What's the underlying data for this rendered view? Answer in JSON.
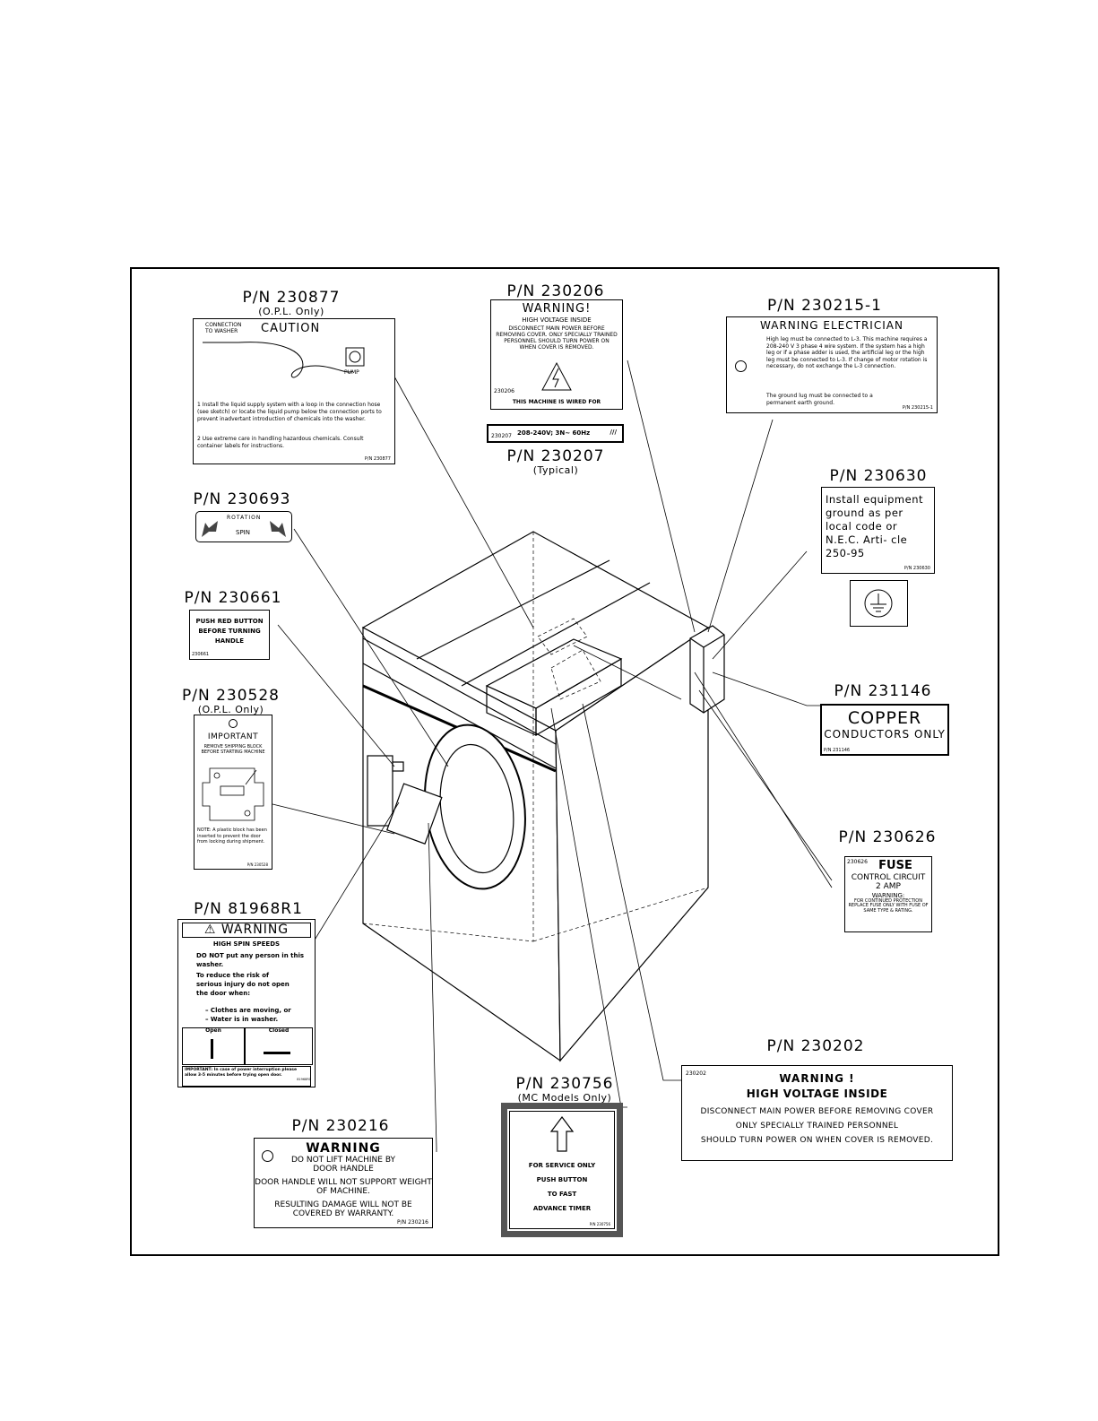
{
  "labels": {
    "p230877": {
      "pn": "P/N 230877",
      "sub": "(O.P.L. Only)",
      "tag": "CONNECTION TO WASHER",
      "title": "CAUTION",
      "pump": "PUMP",
      "item1": "1  Install the liquid supply system with a loop in the connection hose (see sketch) or locate the liquid pump below the connection ports to prevent inadvertant introduction of chemicals into the washer.",
      "item2": "2  Use extreme care in handling hazardous chemicals. Consult container labels for instructions.",
      "code": "P/N 230877"
    },
    "p230206": {
      "pn": "P/N 230206",
      "title": "WARNING!",
      "subtitle": "HIGH VOLTAGE INSIDE",
      "body": "DISCONNECT MAIN POWER BEFORE REMOVING COVER. ONLY SPECIALLY TRAINED PERSONNEL SHOULD TURN POWER ON WHEN COVER IS REMOVED.",
      "code": "230206",
      "footer": "THIS MACHINE IS WIRED FOR"
    },
    "p230207": {
      "pn": "P/N 230207",
      "sub": "(Typical)",
      "code": "230207",
      "text": "208-240V; 3N~ 60Hz"
    },
    "p230215": {
      "pn": "P/N 230215-1",
      "title": "WARNING ELECTRICIAN",
      "body": "High leg must be connected to L-3. This machine requires a 208-240 V 3 phase 4 wire system. If the system has a high leg or if a phase adder is used, the artificial leg or the high leg must be connected to L-3. If change of motor rotation is necessary, do not exchange the L-3 connection.",
      "body2": "The ground lug must be connected to a permanent earth ground.",
      "code": "P/N 230215-1"
    },
    "p230630": {
      "pn": "P/N 230630",
      "text": "Install equipment ground as per local code or N.E.C. Arti- cle 250-95",
      "code": "P/N 230630"
    },
    "p230693": {
      "pn": "P/N 230693",
      "rot": "ROTATION",
      "spin": "SPIN"
    },
    "p230661": {
      "pn": "P/N 230661",
      "text": "PUSH RED BUTTON BEFORE TURNING HANDLE",
      "code": "230661"
    },
    "p230528": {
      "pn": "P/N 230528",
      "sub": "(O.P.L. Only)",
      "title": "IMPORTANT",
      "body": "REMOVE SHIPPING BLOCK BEFORE STARTING MACHINE",
      "note": "NOTE: A plastic block has been inserted to prevent the door from locking during shipment.",
      "code": "P/N 230528"
    },
    "p231146": {
      "pn": "P/N 231146",
      "big": "COPPER",
      "small": "CONDUCTORS ONLY",
      "code": "P/N 231146"
    },
    "p230626": {
      "pn": "P/N 230626",
      "code": "230626",
      "title": "FUSE",
      "l1": "CONTROL CIRCUIT",
      "l2": "2 AMP",
      "l3": "WARNING:",
      "l4": "FOR CONTINUED PROTECTION REPLACE FUSE ONLY WITH FUSE OF SAME TYPE & RATING."
    },
    "p81968": {
      "pn": "P/N 81968R1",
      "title": "WARNING",
      "h": "HIGH SPIN SPEEDS",
      "b1": "DO NOT put any person in this washer.",
      "b2": "To reduce the risk of serious injury do not open the door when:",
      "b3": "– Clothes are moving, or",
      "b4": "– Water is in washer.",
      "open": "Open",
      "closed": "Closed",
      "imp": "IMPORTANT: In case of power interruption please allow 3-5 minutes before trying open door.",
      "code": "81968R1"
    },
    "p230202": {
      "pn": "P/N 230202",
      "code": "230202",
      "title": "WARNING !",
      "subtitle": "HIGH VOLTAGE INSIDE",
      "l1": "DISCONNECT MAIN POWER BEFORE REMOVING COVER",
      "l2": "ONLY SPECIALLY TRAINED PERSONNEL",
      "l3": "SHOULD TURN POWER ON WHEN COVER IS REMOVED."
    },
    "p230756": {
      "pn": "P/N 230756",
      "sub": "(MC Models Only)",
      "l1": "FOR SERVICE ONLY",
      "l2": "PUSH BUTTON",
      "l3": "TO FAST",
      "l4": "ADVANCE TIMER",
      "code": "P/N 230756"
    },
    "p230216": {
      "pn": "P/N 230216",
      "title": "WARNING",
      "l1": "DO NOT LIFT MACHINE BY DOOR HANDLE",
      "l2": "DOOR HANDLE WILL NOT SUPPORT WEIGHT OF MACHINE.",
      "l3": "RESULTING DAMAGE WILL NOT BE COVERED BY WARRANTY.",
      "code": "P/N 230216"
    }
  }
}
